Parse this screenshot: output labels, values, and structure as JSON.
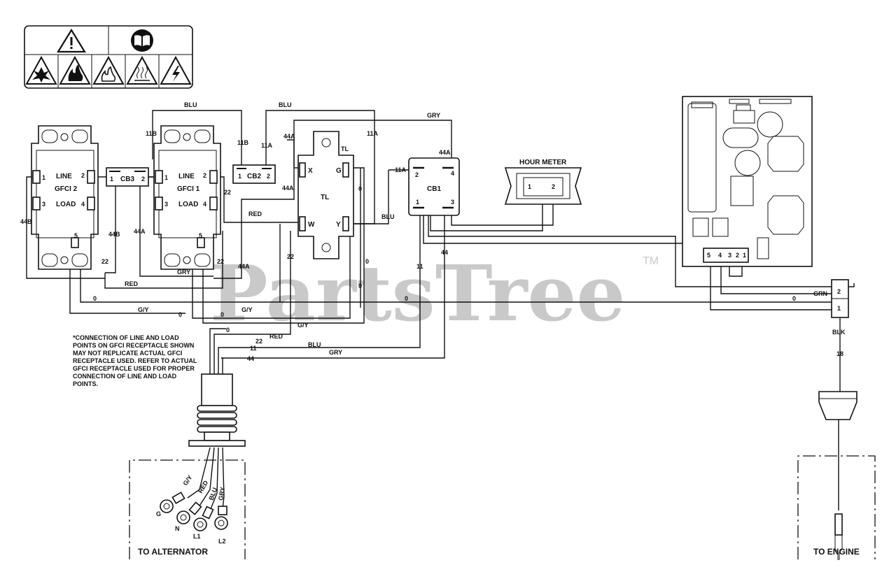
{
  "watermark": {
    "brand": "PartsTree",
    "tm": "TM"
  },
  "components": {
    "gfci2": {
      "line": "LINE",
      "name": "GFCI 2",
      "load": "LOAD",
      "t1": "1",
      "t2": "2",
      "t3": "3",
      "t4": "4",
      "t5": "5"
    },
    "gfci1": {
      "line": "LINE",
      "name": "GFCI 1",
      "load": "LOAD",
      "t1": "1",
      "t2": "2",
      "t3": "3",
      "t4": "4",
      "t5": "5"
    },
    "cb3": {
      "name": "CB3",
      "t1": "1",
      "t2": "2"
    },
    "cb2": {
      "name": "CB2",
      "t1": "1",
      "t2": "2"
    },
    "tl": {
      "name": "TL",
      "top_label": "TL",
      "x": "X",
      "g": "G",
      "w": "W",
      "y": "Y"
    },
    "cb1": {
      "name": "CB1",
      "t1": "1",
      "t2": "2",
      "t3": "3",
      "t4": "4"
    },
    "hour_meter": {
      "name": "HOUR METER",
      "t1": "1",
      "t2": "2"
    },
    "engine_connector": {
      "t1": "1",
      "t2": "2"
    },
    "board_pins": [
      "5",
      "4",
      "3",
      "2",
      "1"
    ]
  },
  "wire_labels": {
    "blu": "BLU",
    "gry": "GRY",
    "red": "RED",
    "gy": "G/Y",
    "grn": "GRN",
    "blk": "BLK",
    "w11a": "11A",
    "w11b": "11B",
    "w44a": "44A",
    "w44b": "44B",
    "w22": "22",
    "w0": "0",
    "w11": "11",
    "w44": "44",
    "w18": "18"
  },
  "alternator": {
    "title": "TO ALTERNATOR",
    "leads": [
      {
        "color": "G/Y",
        "terminal": "G"
      },
      {
        "color": "RED",
        "terminal": "N"
      },
      {
        "color": "BLU",
        "terminal": "L1"
      },
      {
        "color": "GRY",
        "terminal": "L2"
      }
    ]
  },
  "engine": {
    "title": "TO ENGINE"
  },
  "note": [
    "*CONNECTION OF LINE AND LOAD",
    "POINTS ON GFCI RECEPTACLE SHOWN",
    "MAY NOT REPLICATE ACTUAL GFCI",
    "RECEPTACLE USED. REFER TO ACTUAL",
    "GFCI RECEPTACLE USED FOR PROPER",
    "CONNECTION OF LINE AND LOAD",
    "POINTS."
  ],
  "safety_icons": [
    "warning-icon",
    "manual-icon",
    "explosion-icon",
    "fire-icon",
    "flammable-icon",
    "hot-surface-icon",
    "shock-icon"
  ]
}
